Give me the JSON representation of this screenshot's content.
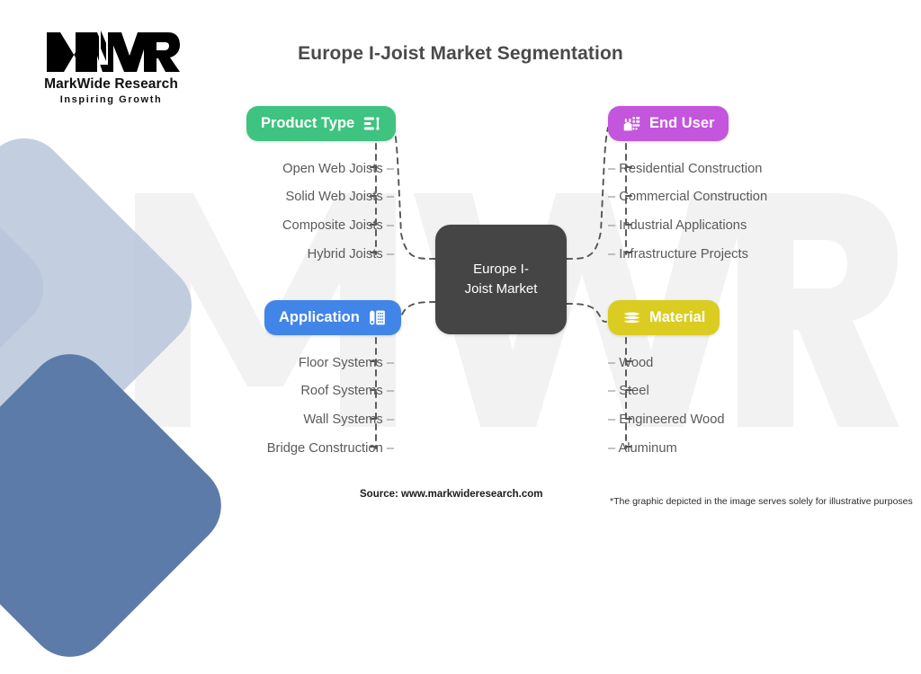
{
  "logo": {
    "mark_icon": "mwr-monogram-icon",
    "brand": "MarkWide Research",
    "tagline": "Inspiring Growth"
  },
  "title": "Europe I-Joist Market Segmentation",
  "center": {
    "label": "Europe I-\nJoist Market",
    "color": "#454545"
  },
  "branches": [
    {
      "key": "product_type",
      "label": "Product Type",
      "color": "#3fc380",
      "icon": "filter-list-icon",
      "side": "left",
      "items": [
        "Open Web Joists",
        "Solid Web Joists",
        "Composite Joists",
        "Hybrid Joists"
      ]
    },
    {
      "key": "end_user",
      "label": "End User",
      "color": "#c455dd",
      "icon": "factory-icon",
      "side": "right",
      "items": [
        "Residential Construction",
        "Commercial Construction",
        "Industrial Applications",
        "Infrastructure Projects"
      ]
    },
    {
      "key": "application",
      "label": "Application",
      "color": "#4285e8",
      "icon": "desk-phone-icon",
      "side": "left",
      "items": [
        "Floor Systems",
        "Roof Systems",
        "Wall Systems",
        "Bridge Construction"
      ]
    },
    {
      "key": "material",
      "label": "Material",
      "color": "#dbcc21",
      "icon": "layers-icon",
      "side": "right",
      "items": [
        "Wood",
        "Steel",
        "Engineered Wood",
        "Aluminum"
      ]
    }
  ],
  "footer": {
    "source": "Source: www.markwideresearch.com",
    "disclaimer": "*The graphic depicted in the image serves solely for illustrative purposes"
  },
  "watermark_text": "MWR"
}
